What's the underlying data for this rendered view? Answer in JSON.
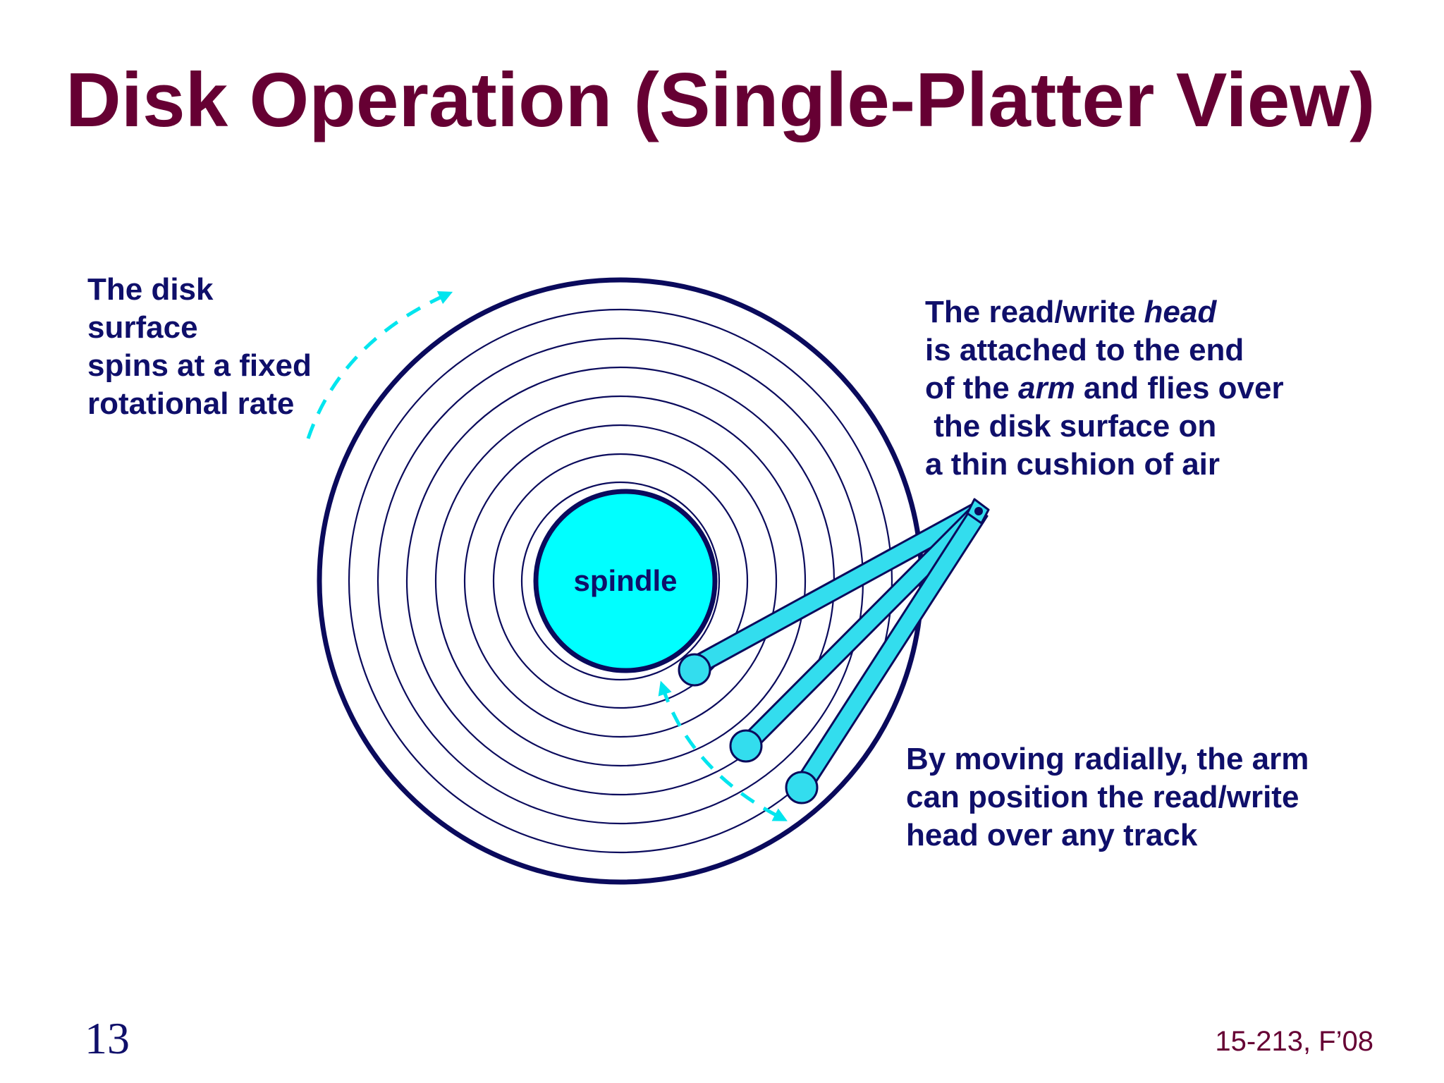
{
  "title": "Disk Operation (Single-Platter View)",
  "spindle_label": "spindle",
  "callouts": {
    "spin": {
      "lines": [
        [
          {
            "text": "The disk",
            "italic": false
          }
        ],
        [
          {
            "text": "surface",
            "italic": false
          }
        ],
        [
          {
            "text": "spins at a fixed",
            "italic": false
          }
        ],
        [
          {
            "text": "rotational rate",
            "italic": false
          }
        ]
      ]
    },
    "head": {
      "lines": [
        [
          {
            "text": "The read/write ",
            "italic": false
          },
          {
            "text": "head",
            "italic": true
          }
        ],
        [
          {
            "text": "is attached to the end",
            "italic": false
          }
        ],
        [
          {
            "text": "of the ",
            "italic": false
          },
          {
            "text": "arm",
            "italic": true
          },
          {
            "text": " and flies over",
            "italic": false
          }
        ],
        [
          {
            "text": " the disk surface on",
            "italic": false
          }
        ],
        [
          {
            "text": "a thin cushion of air",
            "italic": false
          }
        ]
      ]
    },
    "move": {
      "lines": [
        [
          {
            "text": "By moving radially, the arm",
            "italic": false
          }
        ],
        [
          {
            "text": "can position the read/write",
            "italic": false
          }
        ],
        [
          {
            "text": "head over any track",
            "italic": false
          }
        ]
      ]
    }
  },
  "footer": {
    "slide_number": "13",
    "course_code": "15-213, F’08"
  },
  "colors": {
    "title": "#660033",
    "text": "#0f0f6a",
    "platter_outline": "#0a0a5c",
    "spindle_fill": "#00ffff",
    "arm_fill": "#33ddee",
    "arrow": "#00e5ee",
    "footer_code": "#660033"
  },
  "icons": {
    "platter": "disk-platter",
    "spindle": "spindle-hub",
    "arm": "actuator-arm",
    "rotation_arrow": "curved-dashed-arrow",
    "seek_arrow": "curved-dashed-arrow"
  }
}
